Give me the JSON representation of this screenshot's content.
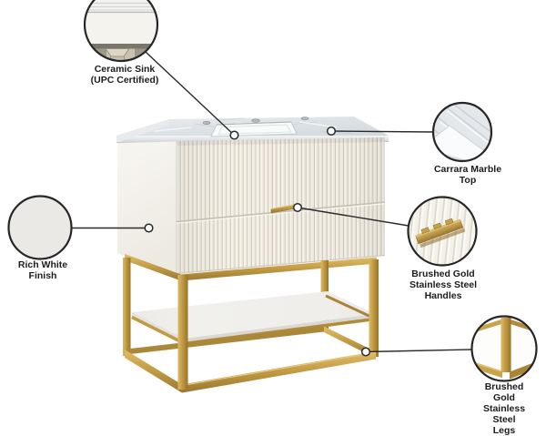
{
  "callouts": [
    {
      "id": "ceramic-sink",
      "label": "Ceramic Sink\n(UPC Certified)"
    },
    {
      "id": "carrara-marble",
      "label": "Carrara Marble\nTop"
    },
    {
      "id": "rich-white",
      "label": "Rich White\nFinish"
    },
    {
      "id": "gold-handles",
      "label": "Brushed Gold\nStainless Steel\nHandles"
    },
    {
      "id": "gold-legs",
      "label": "Brushed Gold\nStainless Steel\nLegs"
    }
  ],
  "colors": {
    "background": "#ffffff",
    "outline": "#2a2a2a",
    "gold": "#c49f4a",
    "gold_light": "#e0bd68",
    "gold_dark": "#9a7730",
    "marble": "#e2e6e9",
    "cabinet_white": "#f1eee5",
    "side_white": "#f6f4f0"
  }
}
